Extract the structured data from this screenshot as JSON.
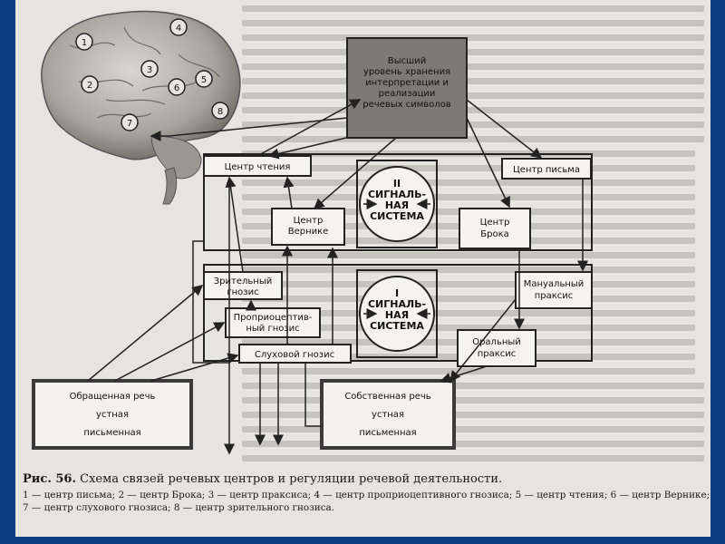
{
  "brain": {
    "markers": [
      "1",
      "2",
      "3",
      "4",
      "5",
      "6",
      "7",
      "8"
    ]
  },
  "diagram": {
    "top_box": [
      "Высший",
      "уровень хранения",
      "интерпретации и",
      "реализации",
      "речевых символов"
    ],
    "reading_center": "Центр чтения",
    "writing_center": "Центр письма",
    "wernicke": [
      "Центр",
      "Вернике"
    ],
    "broca": [
      "Центр",
      "Брока"
    ],
    "second_system": [
      "II",
      "СИГНАЛЬ-",
      "НАЯ",
      "СИСТЕМА"
    ],
    "first_system": [
      "I",
      "СИГНАЛЬ-",
      "НАЯ",
      "СИСТЕМА"
    ],
    "visual_gnosis": [
      "Зрительный",
      "гнозис"
    ],
    "proprio_gnosis": [
      "Проприоцептив-",
      "ный гнозис"
    ],
    "auditory_gnosis": "Слуховой гнозис",
    "manual_praxis": [
      "Мануальный",
      "праксис"
    ],
    "oral_praxis": [
      "Оральный",
      "праксис"
    ],
    "addressed_speech": [
      "Обращенная речь",
      "устная",
      "письменная"
    ],
    "own_speech": [
      "Собственная речь",
      "устная",
      "письменная"
    ]
  },
  "caption": {
    "label": "Рис. 56.",
    "title": "Схема связей речевых центров и регуляции речевой деятельности.",
    "legend": "1 — центр письма; 2 — центр Брока; 3 — центр праксиса; 4 — центр проприоцептивного гнозиса; 5 — центр чтения; 6 — центр Вернике; 7 — центр слухового гнозиса; 8 — центр зрительного гнозиса."
  }
}
